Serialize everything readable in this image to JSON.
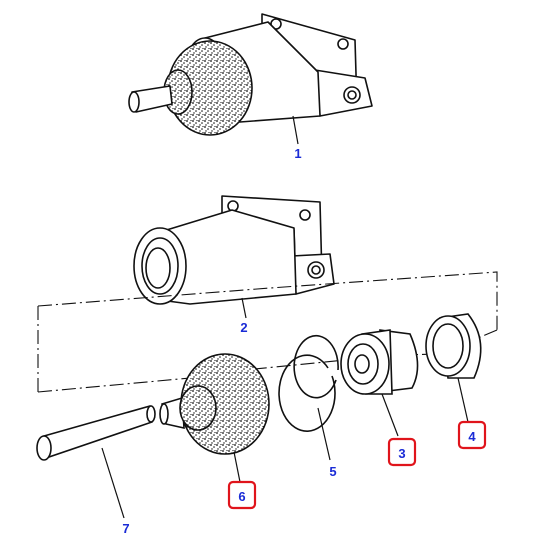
{
  "diagram": {
    "parts": [
      {
        "callout": "1",
        "highlighted": false
      },
      {
        "callout": "2",
        "highlighted": false
      },
      {
        "callout": "3",
        "highlighted": true
      },
      {
        "callout": "4",
        "highlighted": true
      },
      {
        "callout": "5",
        "highlighted": false
      },
      {
        "callout": "6",
        "highlighted": true
      },
      {
        "callout": "7",
        "highlighted": false
      }
    ],
    "colors": {
      "callout_text": "#1a2bd6",
      "highlight_box": "#e0141b",
      "line_art": "#111111",
      "background": "#ffffff"
    }
  }
}
